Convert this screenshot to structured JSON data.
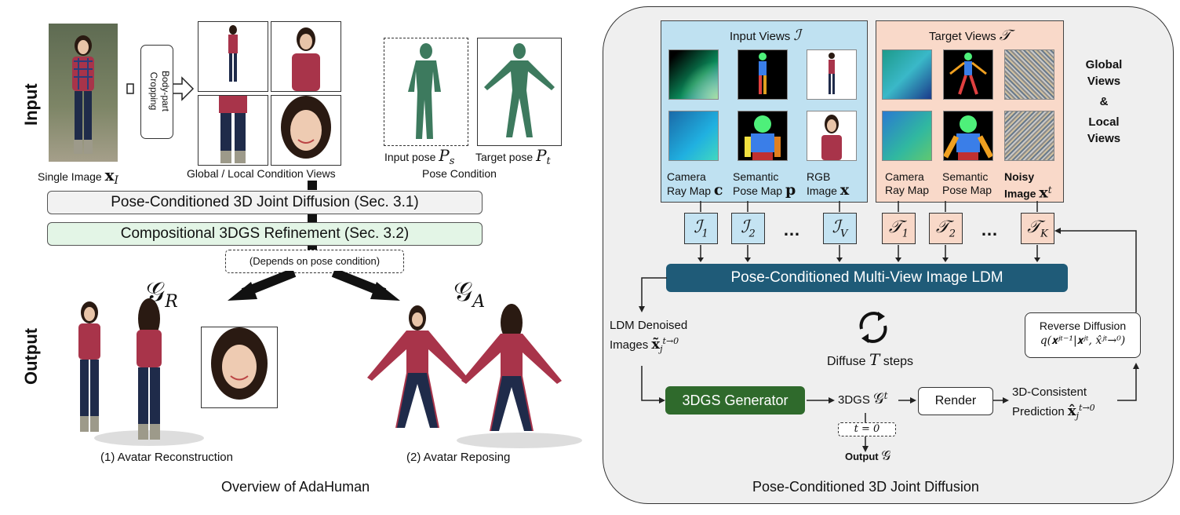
{
  "overview": {
    "input_label": "Input",
    "output_label": "Output",
    "single_image_label": "Single Image",
    "single_image_math": "𝐱",
    "single_image_sub": "I",
    "cropping_label_1": "Body-part",
    "cropping_label_2": "Cropping",
    "condition_views_label": "Global / Local Condition Views",
    "input_pose_label": "Input pose",
    "input_pose_math": "P",
    "input_pose_sub": "s",
    "target_pose_label": "Target pose",
    "target_pose_math": "P",
    "target_pose_sub": "t",
    "pose_condition_label": "Pose Condition",
    "stage1_label": "Pose-Conditioned 3D Joint Diffusion (Sec. 3.1)",
    "stage2_label": "Compositional 3DGS Refinement (Sec. 3.2)",
    "depends_label": "(Depends on pose condition)",
    "gR_math": "𝒢",
    "gR_sub": "R",
    "gA_math": "𝒢",
    "gA_sub": "A",
    "recon_label": "(1) Avatar Reconstruction",
    "repose_label": "(2) Avatar Reposing",
    "caption": "Overview of AdaHuman"
  },
  "joint_diffusion": {
    "input_views_label": "Input Views",
    "input_views_math": "ℐ",
    "target_views_label": "Target Views",
    "target_views_math": "𝒯",
    "global_views_label_1": "Global",
    "global_views_label_2": "Views",
    "amp_label": "&",
    "local_views_label_1": "Local",
    "local_views_label_2": "Views",
    "camera_raymap_1": "Camera",
    "camera_raymap_2": "Ray Map",
    "camera_raymap_math": "𝐜",
    "semantic_posemap_1": "Semantic",
    "semantic_posemap_2": "Pose Map",
    "semantic_posemap_math": "𝐩",
    "rgb_image_1": "RGB",
    "rgb_image_2": "Image",
    "rgb_image_math": "𝐱",
    "target_camera_1": "Camera",
    "target_camera_2": "Ray Map",
    "target_semantic_1": "Semantic",
    "target_semantic_2": "Pose Map",
    "noisy_1": "Noisy",
    "noisy_2": "Image",
    "noisy_math": "𝐱",
    "noisy_sup": "t",
    "tokens_in": [
      "ℐ",
      "ℐ",
      "ℐ"
    ],
    "tokens_in_sub": [
      "1",
      "2",
      "V"
    ],
    "tokens_tg": [
      "𝒯",
      "𝒯",
      "𝒯"
    ],
    "tokens_tg_sub": [
      "1",
      "2",
      "K"
    ],
    "ellipsis": "…",
    "ldm_label": "Pose-Conditioned Multi-View Image LDM",
    "denoised_label_1": "LDM Denoised",
    "denoised_label_2": "Images",
    "denoised_math": "x̃",
    "denoised_sub": "j",
    "denoised_sup": "t→0",
    "diffuse_label": "Diffuse",
    "diffuse_math": "T",
    "diffuse_label_2": "steps",
    "reverse_label": "Reverse Diffusion",
    "reverse_math": "q(𝐱ʲᵗ⁻¹|𝐱ʲᵗ, x̂ʲᵗ→⁰)",
    "generator_label": "3DGS Generator",
    "gs_label": "3DGS",
    "gs_math": "𝒢",
    "gs_sup": "t",
    "render_label": "Render",
    "consistent_label_1": "3D-Consistent",
    "consistent_label_2": "Prediction",
    "consistent_math": "x̂",
    "consistent_sub": "j",
    "consistent_sup": "t→0",
    "t0_label": "t = 0",
    "output_label": "Output",
    "output_math": "𝒢",
    "caption": "Pose-Conditioned 3D Joint Diffusion"
  },
  "colors": {
    "stage1_fill": "#f2f2f2",
    "stage2_fill": "#e3f5e6",
    "panel_fill": "#efefef",
    "input_views_fill": "#bfe1f1",
    "target_views_fill": "#f9d9c9",
    "ldm_fill": "#1f5b78",
    "generator_fill": "#2f6a2c"
  }
}
